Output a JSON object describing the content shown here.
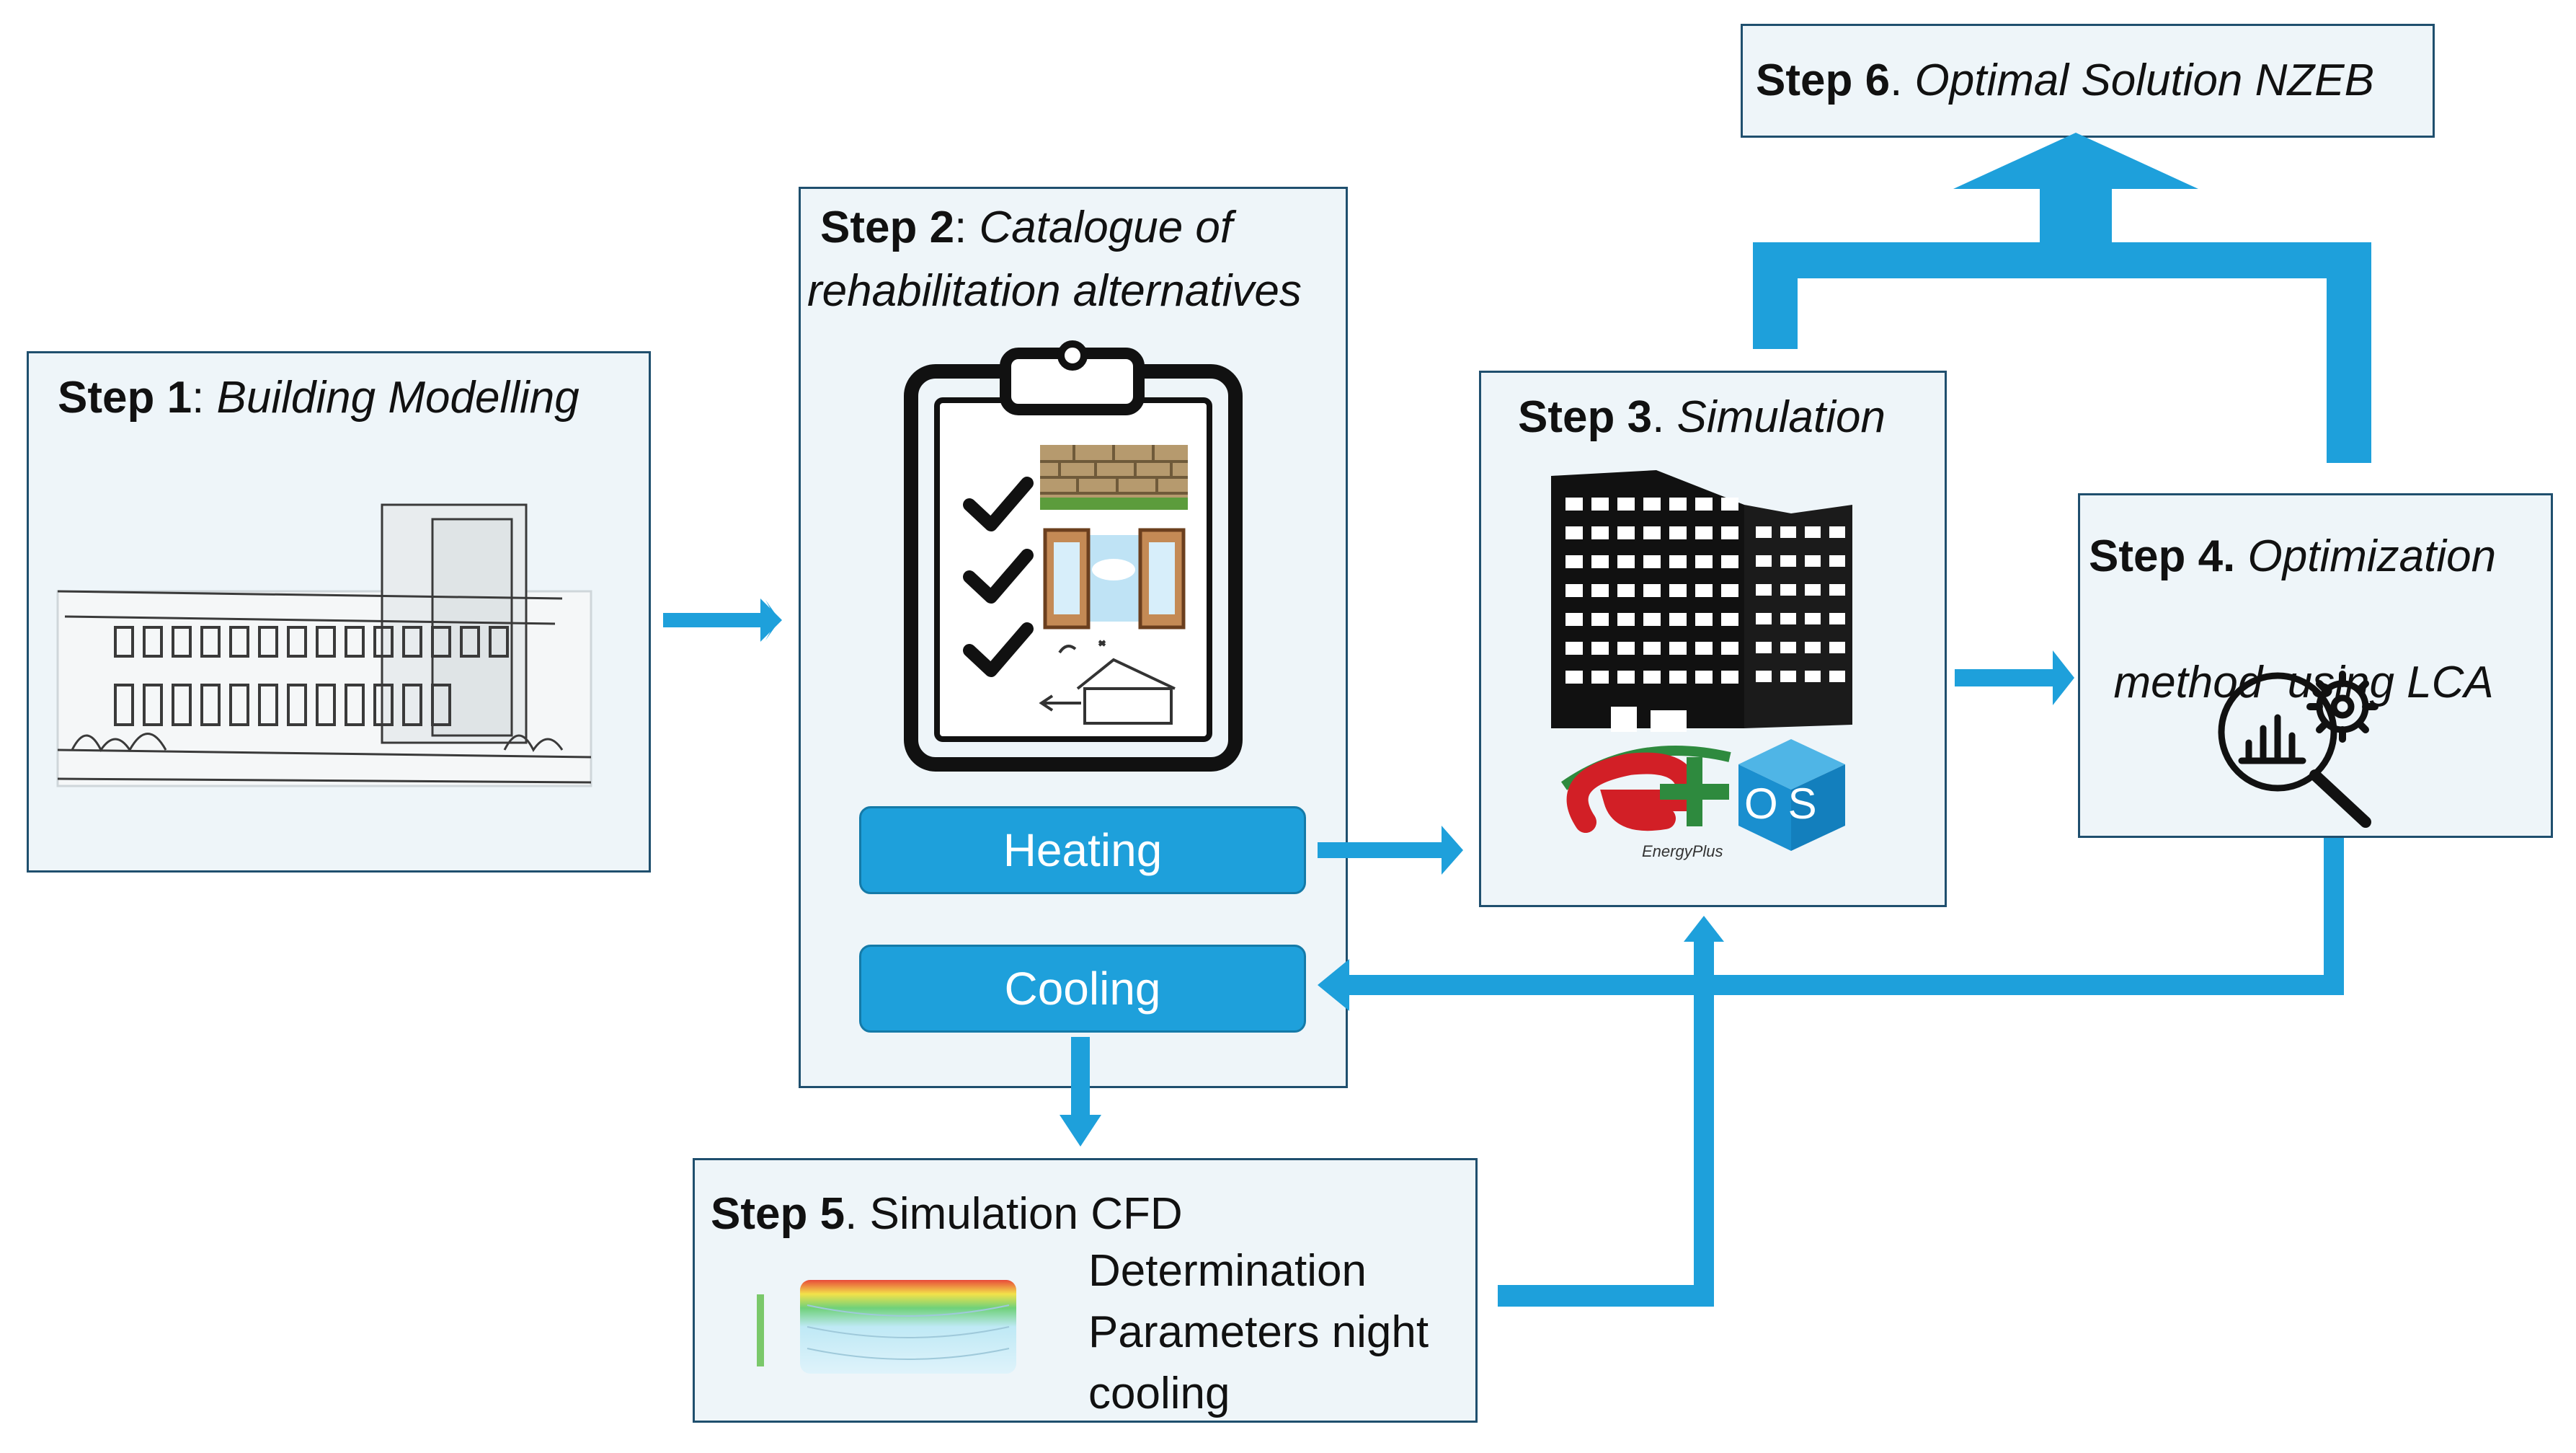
{
  "colors": {
    "accent": "#1ea0db",
    "box_fill": "#eef5f9",
    "box_border": "#1f4f6e"
  },
  "step1": {
    "label": "Step 1",
    "sep": ": ",
    "title": "Building Modelling",
    "image": "building-sketch"
  },
  "step2": {
    "label": "Step 2",
    "sep": ": ",
    "title_line1": "Catalogue of",
    "title_line2": "rehabilitation alternatives",
    "image": "clipboard-checklist-icon",
    "heating": "Heating",
    "cooling": "Cooling"
  },
  "step3": {
    "label": "Step 3",
    "sep": ". ",
    "title": "Simulation",
    "image": "office-building-icon",
    "logo_text": "EnergyPlus",
    "os_letters": "OS"
  },
  "step4": {
    "label": "Step 4.",
    "title_line1": "Optimization",
    "title_line2": "method  using LCA",
    "image": "analytics-gear-icon"
  },
  "step5": {
    "label": "Step 5",
    "sep": ". ",
    "title": "Simulation CFD",
    "desc_line1": "Determination",
    "desc_line2": "Parameters night",
    "desc_line3": "cooling",
    "image": "cfd-flow-thumbnail"
  },
  "step6": {
    "label": "Step 6",
    "sep": ". ",
    "title": "Optimal Solution NZEB"
  }
}
